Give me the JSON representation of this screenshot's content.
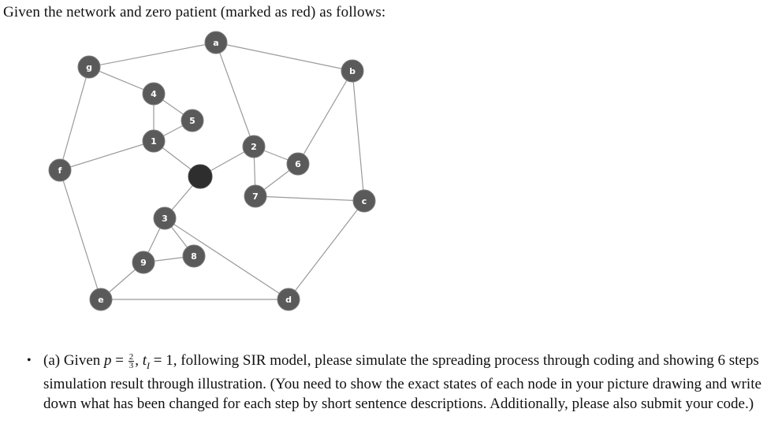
{
  "intro_text": "Given the network and zero patient (marked as red) as follows:",
  "network": {
    "nodes": [
      {
        "id": "a",
        "label": "a",
        "zero_patient": false
      },
      {
        "id": "b",
        "label": "b",
        "zero_patient": false
      },
      {
        "id": "c",
        "label": "c",
        "zero_patient": false
      },
      {
        "id": "d",
        "label": "d",
        "zero_patient": false
      },
      {
        "id": "e",
        "label": "e",
        "zero_patient": false
      },
      {
        "id": "f",
        "label": "f",
        "zero_patient": false
      },
      {
        "id": "g",
        "label": "g",
        "zero_patient": false
      },
      {
        "id": "1",
        "label": "1",
        "zero_patient": false
      },
      {
        "id": "2",
        "label": "2",
        "zero_patient": false
      },
      {
        "id": "3",
        "label": "3",
        "zero_patient": false
      },
      {
        "id": "4",
        "label": "4",
        "zero_patient": false
      },
      {
        "id": "5",
        "label": "5",
        "zero_patient": false
      },
      {
        "id": "6",
        "label": "6",
        "zero_patient": false
      },
      {
        "id": "7",
        "label": "7",
        "zero_patient": false
      },
      {
        "id": "8",
        "label": "8",
        "zero_patient": false
      },
      {
        "id": "9",
        "label": "9",
        "zero_patient": false
      },
      {
        "id": "zero",
        "label": "",
        "zero_patient": true
      }
    ],
    "edges": [
      [
        "g",
        "a"
      ],
      [
        "a",
        "b"
      ],
      [
        "a",
        "2"
      ],
      [
        "g",
        "4"
      ],
      [
        "g",
        "f"
      ],
      [
        "4",
        "5"
      ],
      [
        "4",
        "1"
      ],
      [
        "5",
        "1"
      ],
      [
        "1",
        "f"
      ],
      [
        "1",
        "zero"
      ],
      [
        "zero",
        "2"
      ],
      [
        "2",
        "6"
      ],
      [
        "2",
        "7"
      ],
      [
        "6",
        "7"
      ],
      [
        "6",
        "b"
      ],
      [
        "b",
        "c"
      ],
      [
        "7",
        "c"
      ],
      [
        "zero",
        "3"
      ],
      [
        "3",
        "8"
      ],
      [
        "3",
        "9"
      ],
      [
        "9",
        "8"
      ],
      [
        "3",
        "d"
      ],
      [
        "9",
        "e"
      ],
      [
        "f",
        "e"
      ],
      [
        "e",
        "d"
      ],
      [
        "d",
        "c"
      ]
    ],
    "colors": {
      "node": "#5a5a5a",
      "zero_patient": "#2e2e2e",
      "edge": "#9a9a9a",
      "label": "#ffffff"
    }
  },
  "question": {
    "bullet": "•",
    "part": "(a) Given ",
    "p_var": "p",
    "eq": " = ",
    "p_num": "2",
    "p_den": "3",
    "comma": ", ",
    "t_var": "t",
    "t_sub": "I",
    "t_val": " = 1",
    "rest": ", following SIR model, please simulate the spreading process through coding and showing 6 steps simulation result through illustration. (You need to show the exact states of each node in your picture drawing and write down what has been changed for each step by short sentence descriptions. Additionally, please also submit your code.)"
  }
}
